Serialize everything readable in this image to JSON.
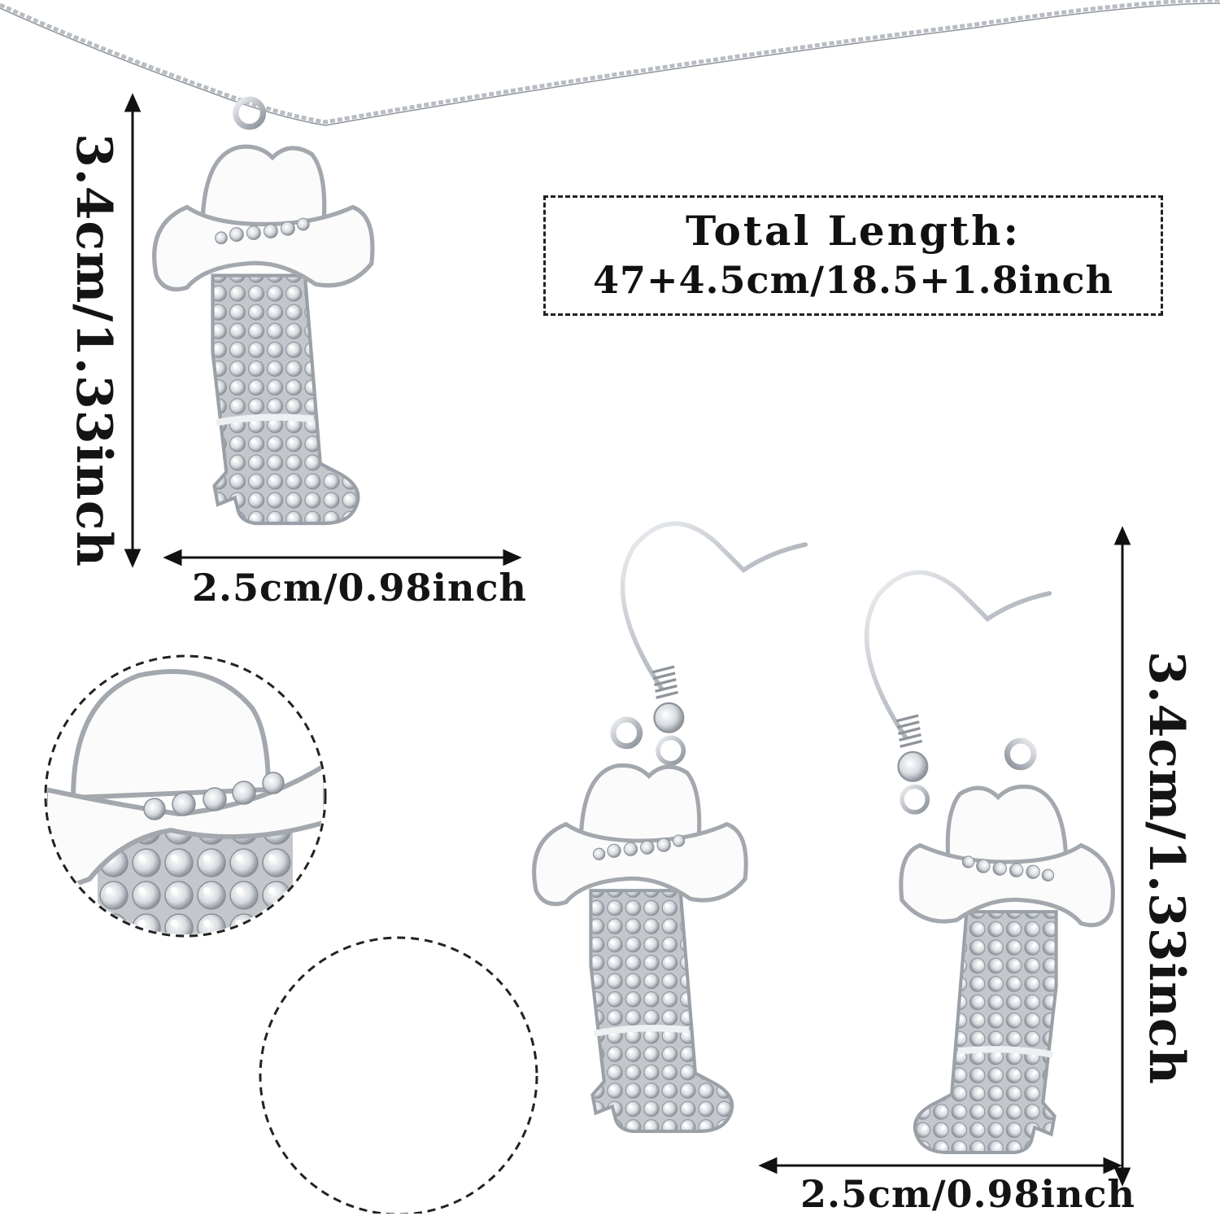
{
  "necklace": {
    "height_label": "3.4cm/1.33inch",
    "width_label": "2.5cm/0.98inch"
  },
  "total_length": {
    "title": "Total Length:",
    "value": "47+4.5cm/18.5+1.8inch"
  },
  "earrings": {
    "height_label": "3.4cm/1.33inch",
    "width_label": "2.5cm/0.98inch"
  },
  "colors": {
    "silver": "#c9ccd1",
    "silver_dark": "#8f949b",
    "enamel": "#fbfbfb",
    "rhinestone": "#e4e7eb",
    "text": "#141414"
  },
  "icons": [
    "cowboy-boot-pendant-icon",
    "cowboy-hat-icon",
    "ear-hook-icon",
    "necklace-chain-icon"
  ]
}
